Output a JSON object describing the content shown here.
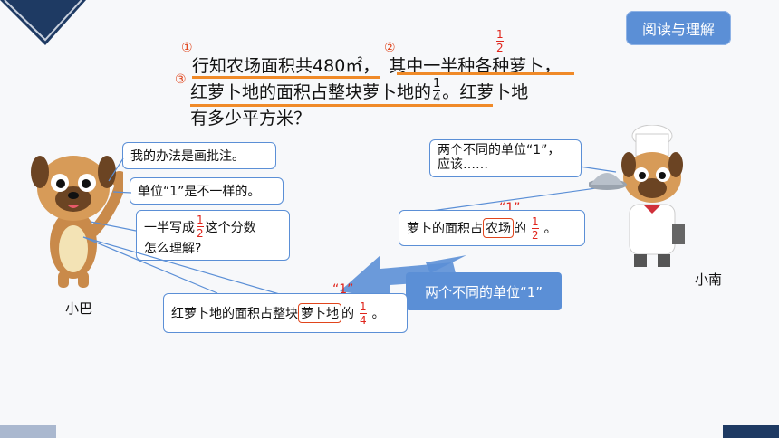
{
  "badge": "阅读与理解",
  "problem": {
    "marker1": "①",
    "marker2": "②",
    "marker3": "③",
    "line1_a": "行知农场面积共",
    "line1_b": "480㎡，",
    "line1_c": "其中一半种各种萝卜，",
    "line2_a": "红萝卜地的面积占整块萝卜地的",
    "line2_b": "。红萝卜地",
    "line3": "有多少平方米？",
    "half_num": "1",
    "half_den": "2",
    "quarter_num": "1",
    "quarter_den": "4"
  },
  "xiaoba": {
    "name": "小巴",
    "bubble1": "我的办法是画批注。",
    "bubble2": "单位“1”是不一样的。",
    "bubble3_a": "一半写成",
    "bubble3_b": "这个分数",
    "bubble3_c": "怎么理解?",
    "frac_num": "1",
    "frac_den": "2"
  },
  "xiaonan": {
    "name": "小南",
    "bubble_a": "两个不同的单位“1”，",
    "bubble_b": "应该……"
  },
  "box_farm": {
    "unit_label": "“1”",
    "text_a": "萝卜的面积占",
    "text_b": "农场",
    "text_c": "的",
    "text_d": "。",
    "frac_num": "1",
    "frac_den": "2"
  },
  "box_radish": {
    "unit_label": "“1”",
    "text_a": "红萝卜地的面积占整块",
    "text_b": "萝卜地",
    "text_c": "的",
    "text_d": "。",
    "frac_num": "1",
    "frac_den": "4"
  },
  "highlight": "两个不同的单位“1”",
  "colors": {
    "accent": "#5b8fd6",
    "underline": "#f08a28",
    "red": "#e0251c",
    "navy": "#1e3a63"
  }
}
